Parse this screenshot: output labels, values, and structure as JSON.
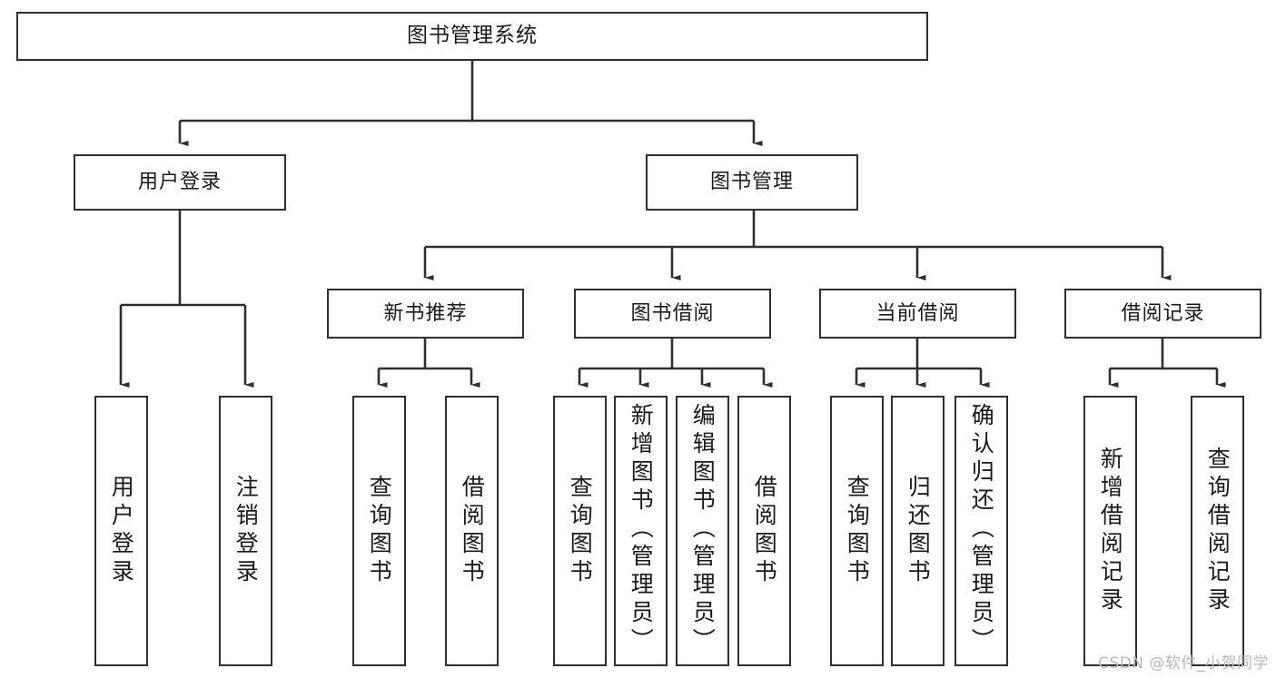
{
  "diagram": {
    "title": "图书管理系统",
    "type": "tree",
    "watermark": "CSDN @软件_小贺同学",
    "colors": {
      "box_border": "#2f2f2f",
      "box_fill": "#ffffff",
      "edge": "#2f2f2f",
      "text": "#1a1a1a",
      "watermark": "#b9b9b9",
      "background": "#ffffff"
    },
    "levels": {
      "root": {
        "label": "图书管理系统"
      },
      "level2": [
        {
          "id": "user-login",
          "label": "用户登录"
        },
        {
          "id": "book-manage",
          "label": "图书管理"
        }
      ],
      "level3": [
        {
          "id": "new-book-rec",
          "label": "新书推荐",
          "parent": "book-manage"
        },
        {
          "id": "book-borrow",
          "label": "图书借阅",
          "parent": "book-manage"
        },
        {
          "id": "current-borrow",
          "label": "当前借阅",
          "parent": "book-manage"
        },
        {
          "id": "borrow-record",
          "label": "借阅记录",
          "parent": "book-manage"
        }
      ],
      "leaves": [
        {
          "id": "leaf-user-login",
          "label": "用户登录",
          "parent": "user-login"
        },
        {
          "id": "leaf-logout",
          "label": "注销登录",
          "parent": "user-login"
        },
        {
          "id": "leaf-query-book-1",
          "label": "查询图书",
          "parent": "new-book-rec"
        },
        {
          "id": "leaf-borrow-book-1",
          "label": "借阅图书",
          "parent": "new-book-rec"
        },
        {
          "id": "leaf-query-book-2",
          "label": "查询图书",
          "parent": "book-borrow"
        },
        {
          "id": "leaf-add-book",
          "label": "新增图书（管理员）",
          "parent": "book-borrow"
        },
        {
          "id": "leaf-edit-book",
          "label": "编辑图书（管理员）",
          "parent": "book-borrow"
        },
        {
          "id": "leaf-borrow-book-2",
          "label": "借阅图书",
          "parent": "book-borrow"
        },
        {
          "id": "leaf-query-book-3",
          "label": "查询图书",
          "parent": "current-borrow"
        },
        {
          "id": "leaf-return-book",
          "label": "归还图书",
          "parent": "current-borrow"
        },
        {
          "id": "leaf-confirm-return",
          "label": "确认归还（管理员）",
          "parent": "current-borrow"
        },
        {
          "id": "leaf-add-record",
          "label": "新增借阅记录",
          "parent": "borrow-record"
        },
        {
          "id": "leaf-query-record",
          "label": "查询借阅记录",
          "parent": "borrow-record"
        }
      ]
    }
  }
}
